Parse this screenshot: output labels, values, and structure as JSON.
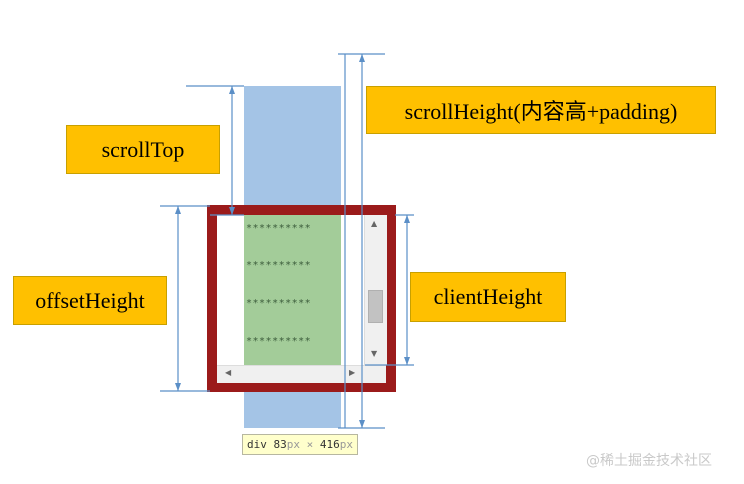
{
  "labels": {
    "scrollTop": "scrollTop",
    "scrollHeight": "scrollHeight(内容高+padding)",
    "offsetHeight": "offsetHeight",
    "clientHeight": "clientHeight"
  },
  "content": {
    "star_row": "**********"
  },
  "tooltip": {
    "tag": "div",
    "width_value": "83",
    "width_unit": "px",
    "times": "×",
    "height_value": "416",
    "height_unit": "px"
  },
  "watermark": "@稀土掘金技术社区",
  "colors": {
    "label_fill": "#FFC000",
    "frame": "#9b1b1b",
    "content_blue": "#a4c4e6",
    "visible_green": "#a3cc99",
    "measure_line": "#5b8fc7"
  }
}
